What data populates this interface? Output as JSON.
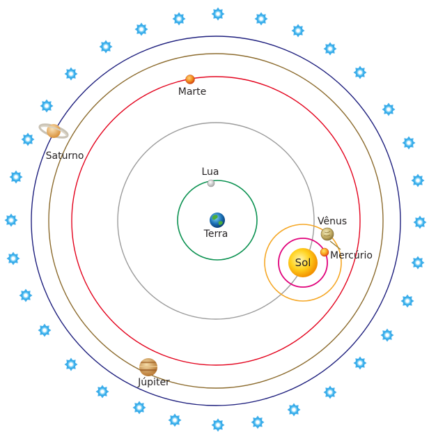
{
  "diagram": {
    "labels": {
      "earth": "Terra",
      "moon": "Lua",
      "sun": "Sol",
      "mercury": "Mercúrio",
      "venus": "Vênus",
      "mars": "Marte",
      "jupiter": "Júpiter",
      "saturn": "Saturno"
    },
    "colors": {
      "moon_orbit": "#0a9150",
      "sun_orbit": "#9b9b9b",
      "mercury_orbit": "#e0007a",
      "venus_orbit": "#f5a623",
      "mars_orbit": "#e3001b",
      "jupiter_orbit": "#8b6a2c",
      "saturn_orbit": "#1d1e7d",
      "star": "#1ea0e6",
      "sun": "#ffc20e"
    }
  }
}
